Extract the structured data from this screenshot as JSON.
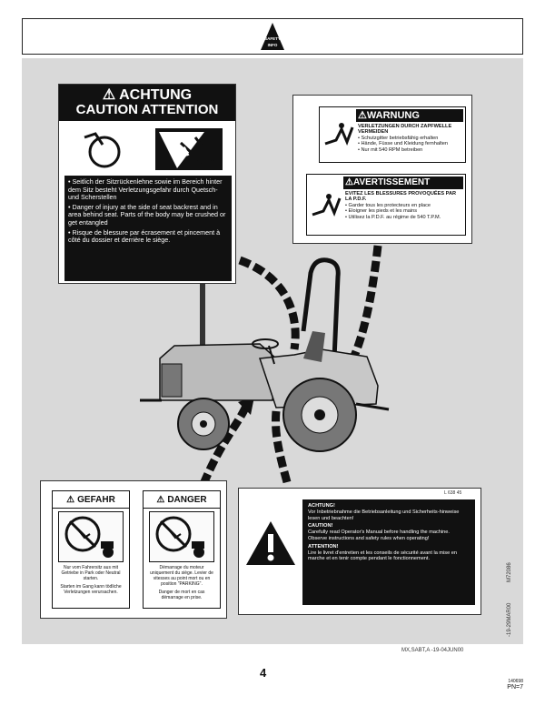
{
  "header": {
    "safety_logo_line1": "SAFETY",
    "safety_logo_line2": "INFO"
  },
  "sticker_caution": {
    "line1": "ACHTUNG",
    "line2": "CAUTION ATTENTION",
    "texts": [
      "Seitlich der Sitzrückenlehne sowie im Bereich hinter dem Sitz besteht Verletzungsgefahr durch Quetsch- und Scherstellen",
      "Danger of injury at the side of seat backrest and in area behind seat. Parts of the body may be crushed or get entangled",
      "Risque de blessure par écrasement et pincement à côté du dossier et derrière le siège."
    ]
  },
  "sticker_warnung": {
    "title": "WARNUNG",
    "heading": "VERLETZUNGEN DURCH ZAPFWELLE VERMEIDEN",
    "bullets": [
      "Schutzgitter betriebsfähig erhalten",
      "Hände, Füsse und Kleidung fernhalten",
      "Nur mit 540 RPM betreiben"
    ]
  },
  "sticker_avertissement": {
    "title": "AVERTISSEMENT",
    "heading": "EVITEZ LES BLESSURES PROVOQUÉES PAR LA P.D.F.",
    "bullets": [
      "Garder tous les protecteurs en place",
      "Eloigner les pieds et les mains",
      "Utilisez la P.D.F. au régime de 540 T.P.M."
    ]
  },
  "sticker_gefahr": {
    "title": "GEFAHR",
    "text1": "Nur vom Fahrersitz aus mit Getriebe in Park oder Neutral starten.",
    "text2": "Starten im Gang kann tödliche Verletzungen verursachen."
  },
  "sticker_danger": {
    "title": "DANGER",
    "text1": "Démarrage du moteur uniquement du siège. Levier de vitesses au point mort ou en position \"PARKING\".",
    "text2": "Danger de mort en cas démarrage en prise."
  },
  "sticker_manual": {
    "code": "L 638 45",
    "achtung_title": "ACHTUNG!",
    "achtung_text": "Vor Inbetriebnahme die Betriebsanleitung und Sicherheits-hinweise lesen und beachten!",
    "caution_title": "CAUTION!",
    "caution_text": "Carefully read Operator's Manual before handling the machine. Observe instructions and safety rules when operating!",
    "attention_title": "ATTENTION!",
    "attention_text": "Lire le livret d'entretien et les conseils de sécurité avant la mise en marche et en tenir compte pendant le fonctionnement."
  },
  "figure_codes": {
    "vertical_1": "M72086",
    "vertical_2": "-19-29MAR00"
  },
  "footer": {
    "ref": "MX,SABT,A     -19-04JUN00",
    "page_number": "4",
    "small_code": "140698",
    "pn": "PN=7"
  }
}
